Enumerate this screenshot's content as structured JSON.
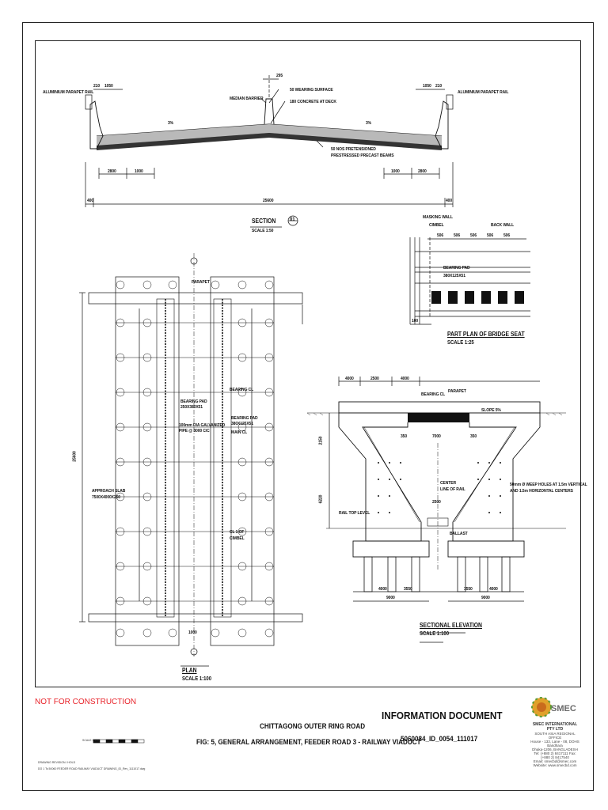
{
  "section": {
    "title": "SECTION",
    "marker": "01",
    "scale": "SCALE 1:50",
    "labels": {
      "parapet_left": "ALUMINIUM PARAPET RAIL",
      "parapet_right": "ALUMINIUM PARAPET RAIL",
      "median_barrier": "MEDIAN BARRIER",
      "wearing_surface": "50 WEARING SURFACE",
      "deck": "180 CONCRETE AT DECK",
      "beams_1": "50 NOS PRETENSIONED",
      "beams_2": "PRESTRESSED PRECAST BEAMS",
      "slope_left": "3%",
      "slope_right": "3%"
    },
    "dims": {
      "d1050_l": "1050",
      "d1050_r": "1050",
      "d295": "295",
      "d2800_l": "2800",
      "d1000_l": "1000",
      "d1000_r": "1000",
      "d2800_r": "2800",
      "total": "25600",
      "end_l": "400",
      "end_r": "400",
      "d_l": "210",
      "d_r": "210"
    }
  },
  "bridge_seat": {
    "title": "PART PLAN OF BRIDGE SEAT",
    "scale": "SCALE 1:25",
    "labels": {
      "masking_wall": "MASKING WALL",
      "cimbel": "CIMBEL",
      "back_wall": "BACK WALL",
      "bearing_pad": "BEARING PAD",
      "bearing_size": "380X125X51",
      "d_100": "100"
    },
    "spacings": [
      "506",
      "506",
      "506",
      "506",
      "506"
    ]
  },
  "plan": {
    "title": "PLAN",
    "scale": "SCALE 1:100",
    "labels": {
      "parapet": "PARAPET",
      "bearing_pad_1": "BEARING PAD",
      "bearing_pad_1b": "250X380X51",
      "pipe_1": "100mm DIA GALVANIZED",
      "pipe_2": "PIPE @ 3000 C/C",
      "approach_1": "APPROACH SLAB",
      "approach_2": "7500X4000X250",
      "bearing_cl": "BEARING CL",
      "bearing_pad_2": "BEARING PAD",
      "bearing_pad_2b": "380X125X51",
      "main_cl": "MAIN CL",
      "cimbel_1": "CL 1 OF",
      "cimbel_2": "CIMBEL",
      "total": "25600",
      "span": "1000"
    }
  },
  "elevation": {
    "title": "SECTIONAL ELEVATION",
    "scale": "SCALE 1:100",
    "labels": {
      "bearing_cl": "BEARING CL",
      "parapet": "PARAPET",
      "slope": "SLOPE 5%",
      "weep_1": "50mm Ø WEEP HOLES AT 1.5m VERTICAL",
      "weep_2": "AND 1.5m HORIZONTAL CENTERS",
      "rail_top": "RAIL TOP LEVEL",
      "center_1": "CENTER",
      "center_2": "LINE OF RAIL",
      "ballast": "BALLAST",
      "d4000_l": "4000",
      "d2500": "2500",
      "d4000_r": "4000",
      "d7000": "7000",
      "d350_l": "350",
      "d350_r": "350",
      "d2500b": "2500",
      "d9000_l": "9000",
      "d9000_r": "9000",
      "d4000_bl": "4000",
      "d3550_l": "3550",
      "d3550_r": "3550",
      "d4000_br": "4000",
      "v_2150": "2150",
      "v_6220": "6220"
    }
  },
  "footer": {
    "not_for_construction": "NOT FOR CONSTRUCTION",
    "info_doc": "INFORMATION DOCUMENT",
    "project": "CHITTAGONG OUTER RING ROAD",
    "figure": "FIG: 5, GENERAL ARRANGEMENT, FEEDER ROAD 3 - RAILWAY VIADUCT",
    "doc_id": "5060084_ID_0054_111017",
    "company": "SMEC INTERNATIONAL PTY LTD",
    "company_line2": "SOUTH ASIA REGIONAL OFFICE",
    "company_line3": "House - 133, Lane - 08, DOHS Baridhara",
    "company_line4": "Dhaka-1206, BANGLADESH",
    "company_line5": "Tel: (+880 2) 8417111 Fax: (+880 2) 8417540",
    "company_line6": "Email: smecbd@smec.com",
    "company_line7": "Website: www.smecbd.com",
    "logo_text": "SMEC",
    "scale_bar": "SCALE 1:100",
    "file_ref_1": "DRAWING REVISION / HOLD",
    "file_ref_2": "DO 1 Ts 50060 FEEDER ROAD RAILWAY VIADUCT DRAWING_ID_Rev_1111017.dwg"
  }
}
